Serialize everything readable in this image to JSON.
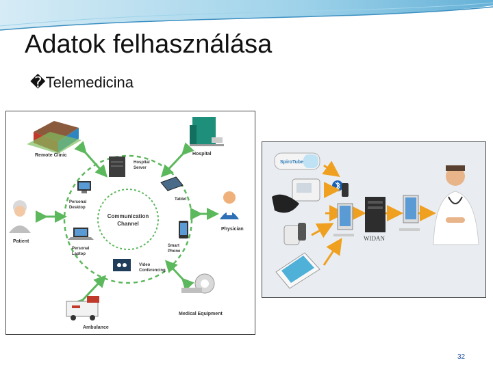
{
  "slide": {
    "title": "Adatok felhasználása",
    "bullet_glyph": "�",
    "bullet_text": "Telemedicina",
    "page_number": "32"
  },
  "diagram": {
    "center_line1": "Communication",
    "center_line2": "Channel",
    "remote_clinic": "Remote Clinic",
    "hospital": "Hospital",
    "hospital_server_1": "Hospital",
    "hospital_server_2": "Server",
    "tablet": "Tablet",
    "physician": "Physician",
    "smart_phone_1": "Smart",
    "smart_phone_2": "Phone",
    "medical_equipment": "Medical Equipment",
    "ambulance": "Ambulance",
    "video_conf_1": "Video",
    "video_conf_2": "Conferencing",
    "personal_laptop_1": "Personal",
    "personal_laptop_2": "Laptop",
    "personal_desktop_1": "Personal",
    "personal_desktop_2": "Desktop",
    "patient": "Patient"
  },
  "devices": {
    "spirometer_brand": "SpiroTube",
    "monitor_brand": "WIDAN"
  },
  "colors": {
    "arrow": "#5cb85c",
    "center_text": "#3fa34d",
    "page_number": "#1f4e9c"
  }
}
